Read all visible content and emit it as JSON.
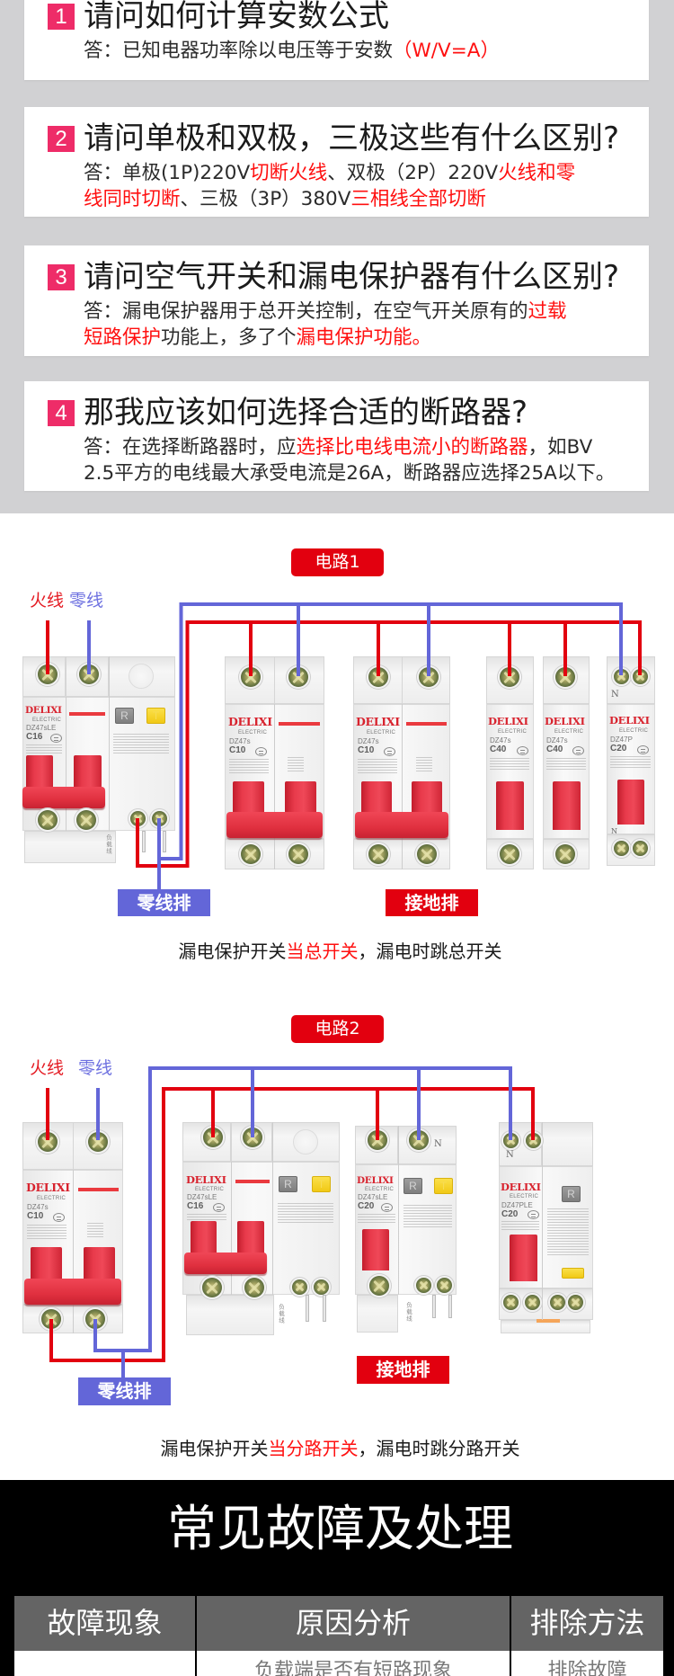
{
  "colors": {
    "badge": "#ee2c68",
    "highlight": "#ff1010",
    "live_wire": "#e2000f",
    "neutral_wire": "#6366d8",
    "label_red": "#e2000f",
    "faq_background": "#d1d1d3",
    "table_header": "#646464"
  },
  "faq": [
    {
      "number": "1",
      "question": "请问如何计算安数公式",
      "answer_lines": [
        [
          {
            "text": "答：已知电器功率除以电压等于安数",
            "highlight": false
          },
          {
            "text": "（W/V=A）",
            "highlight": true
          }
        ]
      ]
    },
    {
      "number": "2",
      "question": "请问单极和双极，三极这些有什么区别?",
      "answer_lines": [
        [
          {
            "text": "答：单极(1P)220V",
            "highlight": false
          },
          {
            "text": "切断火线",
            "highlight": true
          },
          {
            "text": "、双极（2P）220V",
            "highlight": false
          },
          {
            "text": "火线和零",
            "highlight": true
          }
        ],
        [
          {
            "text": "线同时切断",
            "highlight": true
          },
          {
            "text": "、三极（3P）380V",
            "highlight": false
          },
          {
            "text": "三相线全部切断",
            "highlight": true
          }
        ]
      ]
    },
    {
      "number": "3",
      "question": "请问空气开关和漏电保护器有什么区别?",
      "answer_lines": [
        [
          {
            "text": "答：漏电保护器用于总开关控制，在空气开关原有的",
            "highlight": false
          },
          {
            "text": "过载",
            "highlight": true
          }
        ],
        [
          {
            "text": "短路保护",
            "highlight": true
          },
          {
            "text": "功能上，多了个",
            "highlight": false
          },
          {
            "text": "漏电保护功能。",
            "highlight": true
          }
        ]
      ]
    },
    {
      "number": "4",
      "question": "那我应该如何选择合适的断路器?",
      "answer_lines": [
        [
          {
            "text": "答：在选择断路器时，应",
            "highlight": false
          },
          {
            "text": "选择比电线电流小的断路器",
            "highlight": true
          },
          {
            "text": "，如BV",
            "highlight": false
          }
        ],
        [
          {
            "text": "2.5平方的电线最大承受电流是26A，断路器应选择25A以下。",
            "highlight": false
          }
        ]
      ]
    }
  ],
  "circuits": [
    {
      "label": "电路1",
      "live_label": "火线",
      "neutral_label": "零线",
      "neutral_bar": "零线排",
      "ground_bar": "接地排",
      "caption": [
        {
          "text": "漏电保护开关",
          "highlight": false
        },
        {
          "text": "当总开关",
          "highlight": true
        },
        {
          "text": "，漏电时跳总开关",
          "highlight": false
        }
      ],
      "breakers": [
        {
          "brand": "DELIXI",
          "sub": "ELECTRIC",
          "model": "DZ47sLE",
          "rating": "C16",
          "reset_button": "R",
          "test_button": "T",
          "load_label": "负载线"
        },
        {
          "brand": "DELIXI",
          "sub": "ELECTRIC",
          "model": "DZ47s",
          "rating": "C10"
        },
        {
          "brand": "DELIXI",
          "sub": "ELECTRIC",
          "model": "DZ47s",
          "rating": "C10"
        },
        {
          "brand": "DELIXI",
          "sub": "ELECTRIC",
          "model": "DZ47s",
          "rating": "C40"
        },
        {
          "brand": "DELIXI",
          "sub": "ELECTRIC",
          "model": "DZ47s",
          "rating": "C40"
        },
        {
          "brand": "DELIXI",
          "sub": "ELECTRIC",
          "model": "DZ47P",
          "rating": "C20",
          "neutral_mark": "N"
        }
      ]
    },
    {
      "label": "电路2",
      "live_label": "火线",
      "neutral_label": "零线",
      "neutral_bar": "零线排",
      "ground_bar": "接地排",
      "caption": [
        {
          "text": "漏电保护开关",
          "highlight": false
        },
        {
          "text": "当分路开关",
          "highlight": true
        },
        {
          "text": "，漏电时跳分路开关",
          "highlight": false
        }
      ],
      "breakers": [
        {
          "brand": "DELIXI",
          "sub": "ELECTRIC",
          "model": "DZ47s",
          "rating": "C10"
        },
        {
          "brand": "DELIXI",
          "sub": "ELECTRIC",
          "model": "DZ47sLE",
          "rating": "C16",
          "reset_button": "R",
          "test_button": "T",
          "load_label": "负载线"
        },
        {
          "brand": "DELIXI",
          "sub": "ELECTRIC",
          "model": "DZ47sLE",
          "rating": "C20",
          "reset_button": "R",
          "test_button": "T",
          "load_label": "负载线",
          "neutral_mark": "N"
        },
        {
          "brand": "DELIXI",
          "sub": "ELECTRIC",
          "model": "DZ47PLE",
          "rating": "C20",
          "reset_button": "R",
          "neutral_mark": "N"
        }
      ]
    }
  ],
  "fault_section": {
    "title": "常见故障及处理",
    "table": {
      "headers": [
        "故障现象",
        "原因分析",
        "排除方法"
      ],
      "rows": [
        {
          "cause": "负载端是否有短路现象",
          "remedy": "排除故障"
        }
      ]
    }
  }
}
